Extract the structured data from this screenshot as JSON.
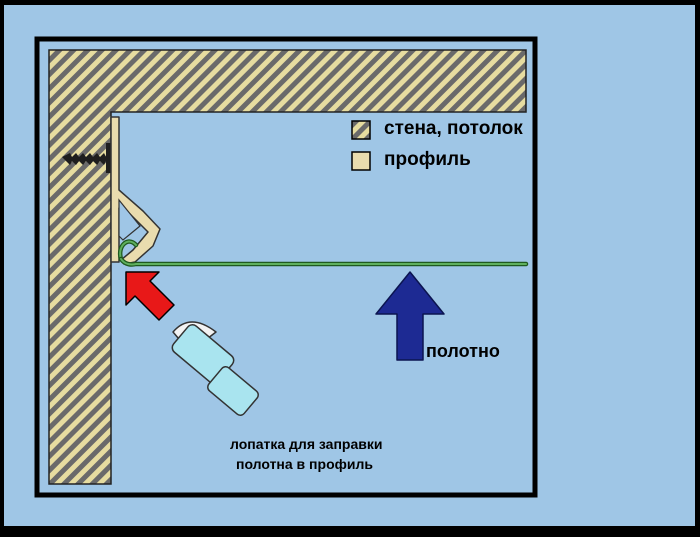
{
  "legend": {
    "wall_ceiling": "стена, потолок",
    "profile": "профиль"
  },
  "labels": {
    "canvas": "полотно",
    "spatula_line1": "лопатка для заправки",
    "spatula_line2": "полотна в профиль"
  },
  "colors": {
    "background": "#9fc6e6",
    "frame": "#000000",
    "hatch_stripe": "#e6dca0",
    "hatch_gap": "#6a6a6a",
    "profile": "#e9dcae",
    "canvas_film": "#3f8a3f",
    "arrow_up": "#1d2a93",
    "arrow_red": "#e81818",
    "spatula_body": "#a9e4ef",
    "spatula_tip": "#f3f3f3",
    "screw": "#1e1e1e"
  },
  "icons": [
    "screw-icon",
    "arrow-up-icon",
    "red-arrow-icon",
    "spatula-icon"
  ]
}
